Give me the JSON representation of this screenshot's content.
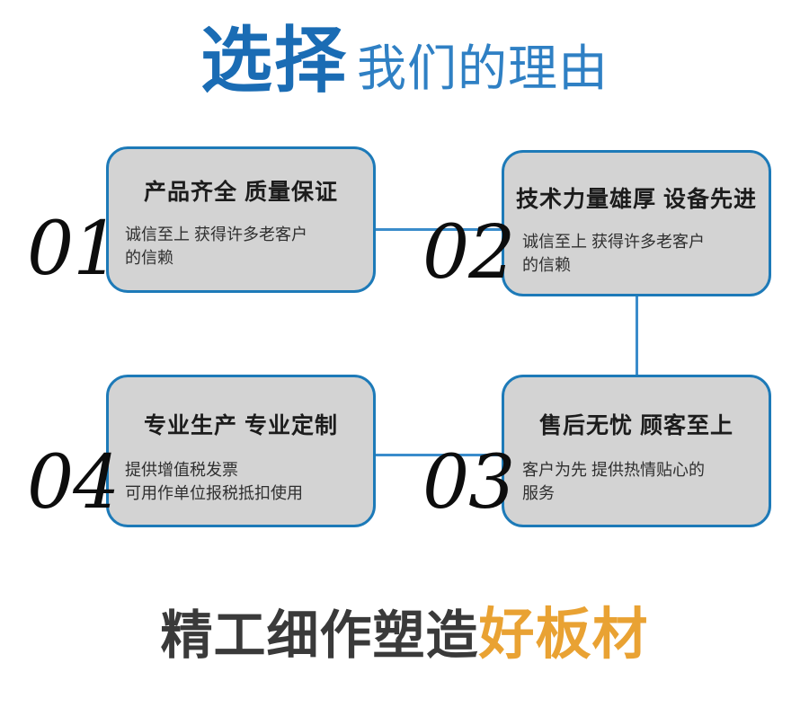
{
  "header": {
    "strong": "选择",
    "light": "我们的理由"
  },
  "cards": [
    {
      "number": "01",
      "title": "产品齐全 质量保证",
      "body": "诚信至上 获得许多老客户\n的信赖"
    },
    {
      "number": "02",
      "title": "技术力量雄厚 设备先进",
      "body": "诚信至上 获得许多老客户\n的信赖"
    },
    {
      "number": "03",
      "title": "售后无忧 顾客至上",
      "body": "客户为先 提供热情贴心的\n服务"
    },
    {
      "number": "04",
      "title": "专业生产 专业定制",
      "body": "提供增值税发票\n可用作单位报税抵扣使用"
    }
  ],
  "footer": {
    "dark": "精工细作塑造",
    "accent": "好板材"
  },
  "colors": {
    "brand_blue": "#1a6cb4",
    "header_light_blue": "#2f80c4",
    "card_border": "#1d7ab8",
    "card_fill": "#d3d3d3",
    "connector": "#3a8ccb",
    "accent_orange": "#e9a233",
    "footer_dark": "#3a3a3a",
    "number_color": "#0d0d0d"
  }
}
